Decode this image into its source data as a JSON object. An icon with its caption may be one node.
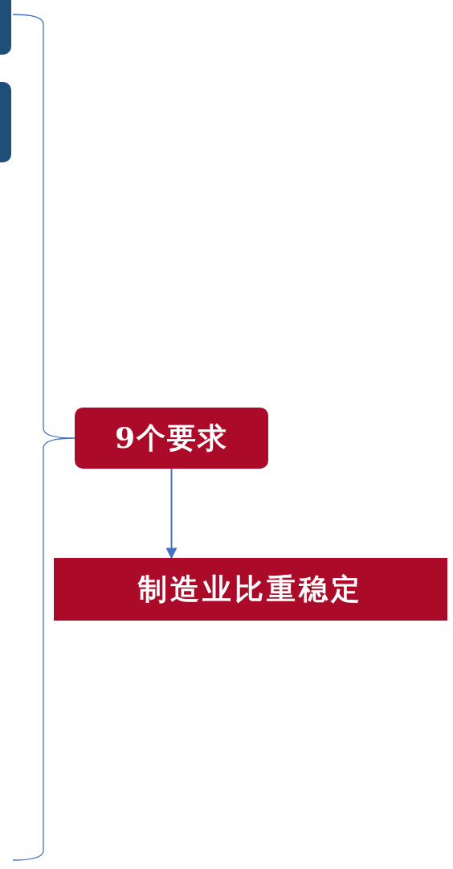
{
  "diagram": {
    "nodes": [
      {
        "text": [],
        "shape": "box"
      },
      {
        "text": [],
        "shape": "box"
      },
      {
        "text": [
          "9个要求"
        ]
      },
      {
        "text": [
          "制造业比重稳定"
        ]
      }
    ],
    "edges": [
      {
        "from": 2,
        "to": 3,
        "arrow": "to"
      }
    ]
  }
}
